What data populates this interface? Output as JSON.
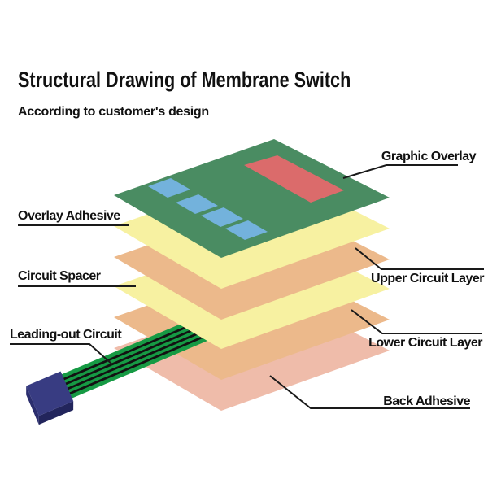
{
  "header": {
    "title": "Structural Drawing of Membrane Switch",
    "subtitle": "According to customer's design"
  },
  "diagram": {
    "line_color": "#1a1a1a",
    "layers": [
      {
        "id": "graphic-overlay",
        "label": "Graphic Overlay",
        "color": "#4a8c62"
      },
      {
        "id": "overlay-adhesive",
        "label": "Overlay Adhesive",
        "color": "#f7f1a1"
      },
      {
        "id": "upper-circuit-layer",
        "label": "Upper Circuit Layer",
        "color": "#ecb98b"
      },
      {
        "id": "circuit-spacer",
        "label": "Circuit Spacer",
        "color": "#f7f1a1"
      },
      {
        "id": "lower-circuit-layer",
        "label": "Lower Circuit Layer",
        "color": "#ecb98b"
      },
      {
        "id": "back-adhesive",
        "label": "Back Adhesive",
        "color": "#efbcaa"
      }
    ],
    "overlay_features": {
      "window_color": "#db6b6b",
      "button_color": "#73b2dc",
      "button_count": 4
    },
    "leadout": {
      "label": "Leading-out Circuit",
      "ribbon_color": "#169a44",
      "stripe_color": "#121212",
      "connector_top_color": "#383c82",
      "connector_front_color": "#22255c",
      "connector_side_color": "#2b2e6e"
    }
  }
}
